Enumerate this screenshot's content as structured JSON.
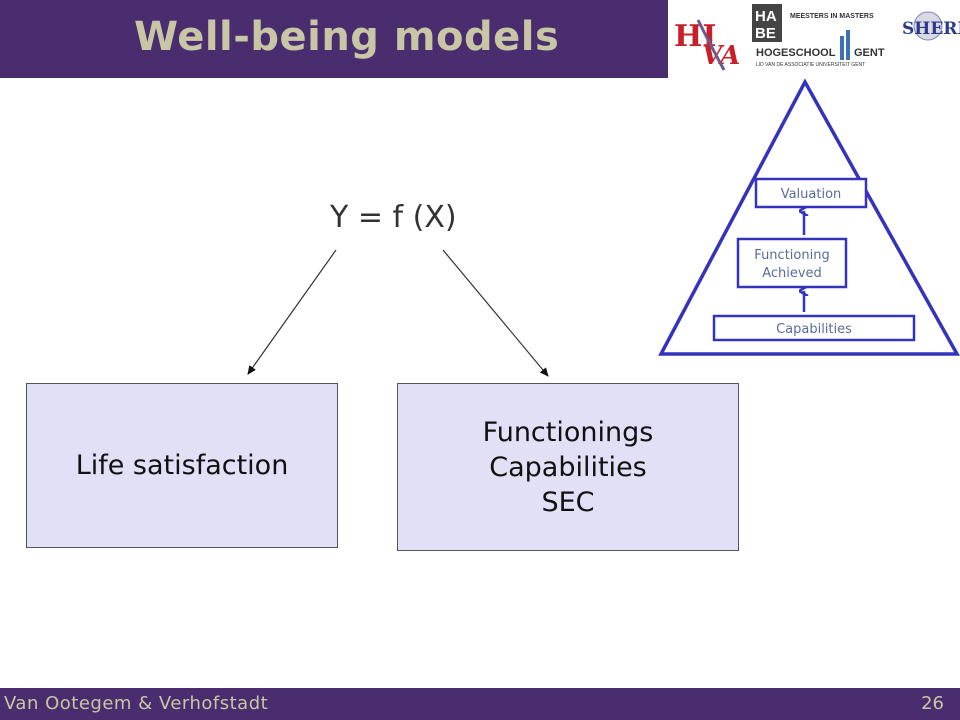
{
  "slide": {
    "title": "Well-being models",
    "formula": "Y = f (X)",
    "left_box": {
      "text": "Life satisfaction"
    },
    "right_box": {
      "lines": [
        "Functionings",
        "Capabilities",
        "SEC"
      ]
    }
  },
  "pyramid": {
    "levels": [
      "Valuation",
      "Functioning Achieved",
      "Capabilities"
    ],
    "level_lines": {
      "functioning": [
        "Functioning",
        "Achieved"
      ]
    },
    "color": "#3333bb"
  },
  "logos": {
    "hiva_1": "HI",
    "hiva_2": "VA",
    "haebe_top": "HA",
    "haebe_bottom": "BE",
    "meesters": "MEESTERS IN MASTERS",
    "hogeschool": "HOGESCHOOL",
    "gent": "GENT",
    "lid": "LID VAN DE ASSOCIATIE UNIVERSITEIT GENT",
    "sherppa": "SHERPPA"
  },
  "footer": {
    "authors": "Van Ootegem & Verhofstadt",
    "page_number": "26"
  },
  "colors": {
    "bar": "#4a2d6e",
    "title_text": "#c9c6a6",
    "box_fill": "#e0e0f6",
    "pyramid_stroke": "#3333bb"
  }
}
